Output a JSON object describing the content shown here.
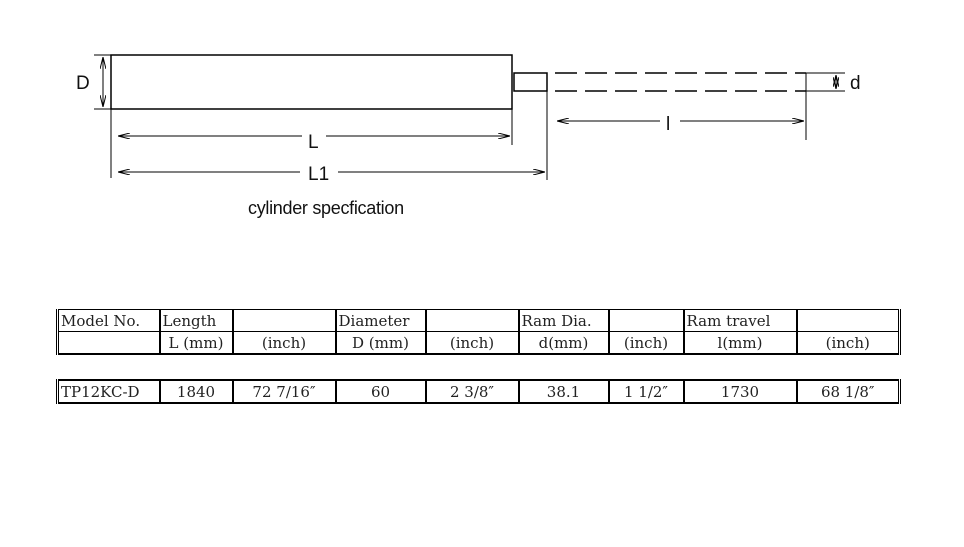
{
  "diagram": {
    "labels": {
      "D": "D",
      "d": "d",
      "L": "L",
      "L1": "L1",
      "l": "l"
    },
    "caption": "cylinder specfication"
  },
  "table": {
    "header_top": [
      "Model No.",
      "Length",
      "",
      "Diameter",
      "",
      "Ram Dia.",
      "",
      "Ram travel",
      ""
    ],
    "header_bottom": [
      "",
      "L (mm)",
      "(inch)",
      "D (mm)",
      "(inch)",
      "d(mm)",
      "(inch)",
      "l(mm)",
      "(inch)"
    ],
    "row": [
      "TP12KC-D",
      "1840",
      "72 7/16″",
      "60",
      "2 3/8″",
      "38.1",
      "1 1/2″",
      "1730",
      "68 1/8″"
    ]
  }
}
